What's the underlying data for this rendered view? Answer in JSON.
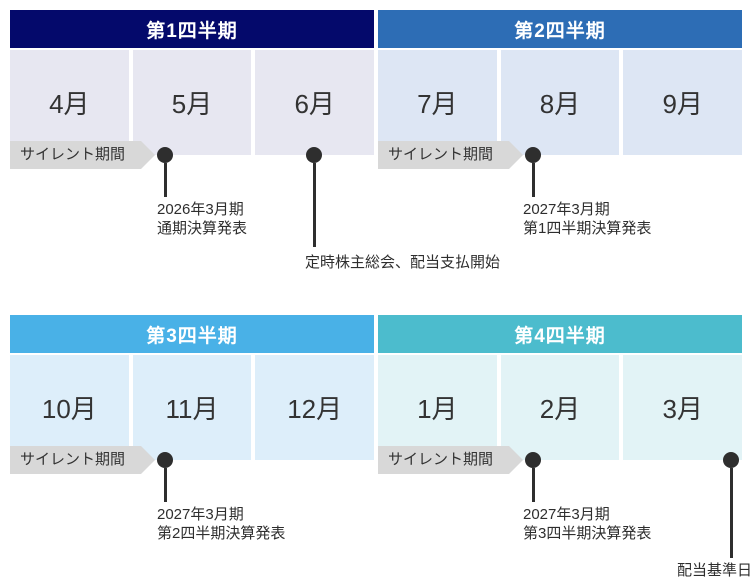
{
  "colors": {
    "q1_header": "#04096b",
    "q2_header": "#2d6db5",
    "q3_header": "#49b1e7",
    "q4_header": "#4cbccd",
    "q1_cell": "#e7e7f1",
    "q2_cell": "#dde6f4",
    "q3_cell": "#ddeefa",
    "q4_cell": "#e2f3f6",
    "ribbon": "#d8d8d8",
    "pin": "#2e2e2e",
    "text": "#333333"
  },
  "sections": [
    {
      "name": "first-half",
      "quarters": [
        {
          "label": "第1四半期",
          "header_color": "#04096b",
          "cell_color": "#e7e7f1",
          "months": [
            "4月",
            "5月",
            "6月"
          ]
        },
        {
          "label": "第2四半期",
          "header_color": "#2d6db5",
          "cell_color": "#dde6f4",
          "months": [
            "7月",
            "8月",
            "9月"
          ]
        }
      ],
      "silent_periods": [
        {
          "label": "サイレント期間"
        },
        {
          "label": "サイレント期間"
        }
      ],
      "events": [
        {
          "lines": [
            "2026年3月期",
            "通期決算発表"
          ]
        },
        {
          "lines": [
            "定時株主総会、配当支払開始"
          ]
        },
        {
          "lines": [
            "2027年3月期",
            "第1四半期決算発表"
          ]
        }
      ]
    },
    {
      "name": "second-half",
      "quarters": [
        {
          "label": "第3四半期",
          "header_color": "#49b1e7",
          "cell_color": "#ddeefa",
          "months": [
            "10月",
            "11月",
            "12月"
          ]
        },
        {
          "label": "第4四半期",
          "header_color": "#4cbccd",
          "cell_color": "#e2f3f6",
          "months": [
            "1月",
            "2月",
            "3月"
          ]
        }
      ],
      "silent_periods": [
        {
          "label": "サイレント期間"
        },
        {
          "label": "サイレント期間"
        }
      ],
      "events": [
        {
          "lines": [
            "2027年3月期",
            "第2四半期決算発表"
          ]
        },
        {
          "lines": [
            "2027年3月期",
            "第3四半期決算発表"
          ]
        },
        {
          "lines": [
            "配当基準日"
          ]
        }
      ]
    }
  ]
}
